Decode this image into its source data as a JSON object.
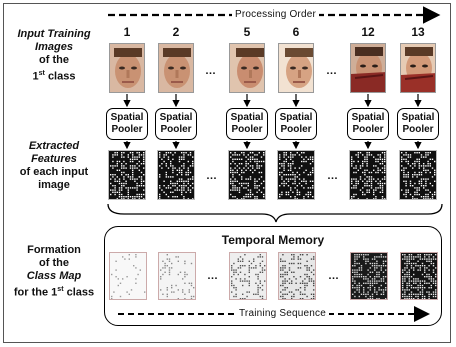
{
  "header": {
    "processing_order_label": "Processing Order"
  },
  "labels": {
    "input_line1": "Input Training",
    "input_line2": "Images",
    "input_line3": "of the",
    "input_line4_base": "1",
    "input_line4_sup": "st",
    "input_line4_rest": "class",
    "features_line1": "Extracted",
    "features_line2": "Features",
    "features_line3": "of each input",
    "features_line4": "image",
    "class_line1": "Formation",
    "class_line2": "of the",
    "class_line3": "Class Map",
    "class_line4_pre": "for the",
    "class_line4_base": "1",
    "class_line4_sup": "st",
    "class_line4_rest": "class"
  },
  "columns": [
    "1",
    "2",
    "5",
    "6",
    "12",
    "13"
  ],
  "spatial_pooler_line1": "Spatial",
  "spatial_pooler_line2": "Pooler",
  "ellipsis": "…",
  "temporal_memory": {
    "title": "Temporal Memory",
    "training_sequence_label": "Training Sequence"
  },
  "colors": {
    "skin": "#c99273",
    "hair": "#5a3a26",
    "scarf": "#8a2a25",
    "feature_bg": "#101010"
  }
}
